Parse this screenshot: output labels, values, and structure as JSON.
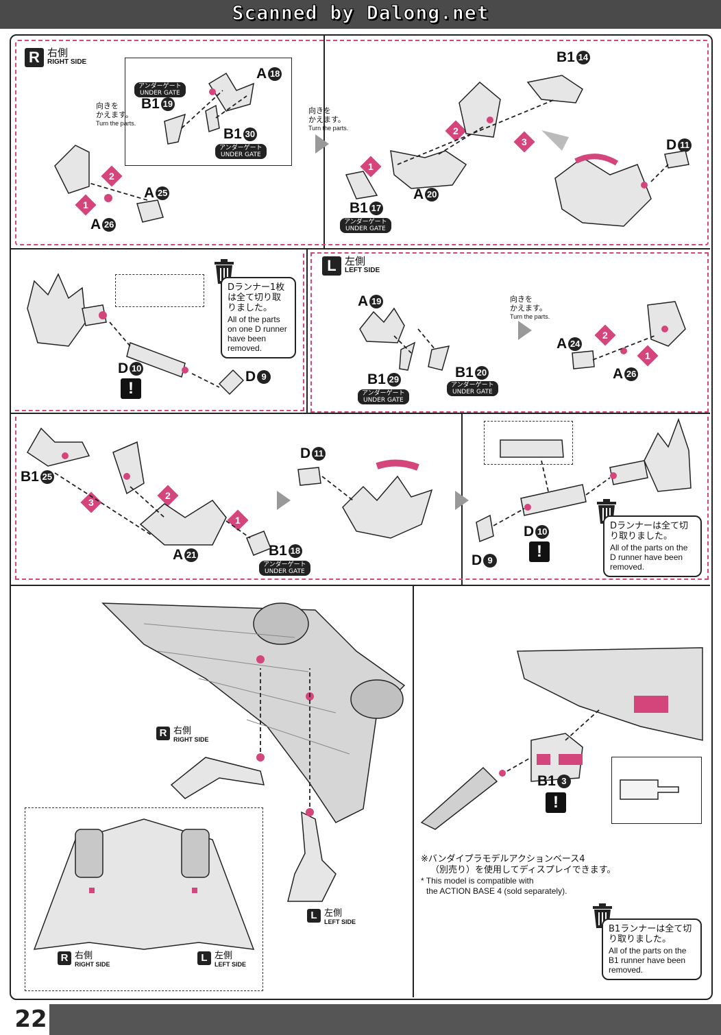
{
  "scan_header": "Scanned by Dalong.net",
  "page_number": "22",
  "accent_color": "#d4457c",
  "labels": {
    "right_jp": "右側",
    "right_en": "RIGHT SIDE",
    "left_jp": "左側",
    "left_en": "LEFT SIDE",
    "right_letter": "R",
    "left_letter": "L",
    "gate_jp": "アンダーゲート",
    "gate_en": "UNDER GATE",
    "turn_jp1": "向きを",
    "turn_jp2": "かえます。",
    "turn_en": "Turn the parts."
  },
  "parts": {
    "p1": {
      "letter": "B1",
      "num": "19"
    },
    "p2": {
      "letter": "A",
      "num": "18"
    },
    "p3": {
      "letter": "B1",
      "num": "30"
    },
    "p4": {
      "letter": "A",
      "num": "25"
    },
    "p5": {
      "letter": "A",
      "num": "26"
    },
    "p6": {
      "letter": "B1",
      "num": "14"
    },
    "p7": {
      "letter": "D",
      "num": "11"
    },
    "p8": {
      "letter": "A",
      "num": "20"
    },
    "p9": {
      "letter": "B1",
      "num": "17"
    },
    "p10": {
      "letter": "D",
      "num": "10"
    },
    "p11": {
      "letter": "D",
      "num": "9"
    },
    "p12": {
      "letter": "A",
      "num": "19"
    },
    "p13": {
      "letter": "B1",
      "num": "29"
    },
    "p14": {
      "letter": "B1",
      "num": "20"
    },
    "p15": {
      "letter": "A",
      "num": "24"
    },
    "p16": {
      "letter": "A",
      "num": "26"
    },
    "p17": {
      "letter": "B1",
      "num": "25"
    },
    "p18": {
      "letter": "A",
      "num": "21"
    },
    "p19": {
      "letter": "B1",
      "num": "18"
    },
    "p20": {
      "letter": "D",
      "num": "11"
    },
    "p21": {
      "letter": "D",
      "num": "10"
    },
    "p22": {
      "letter": "D",
      "num": "9"
    },
    "p23": {
      "letter": "B1",
      "num": "3"
    }
  },
  "steps": [
    "1",
    "2",
    "3"
  ],
  "runner_notes": {
    "d1_jp": "Dランナー1枚は全て切り取りました。",
    "d1_en": "All of the parts on one D runner have been removed.",
    "d2_jp": "Dランナーは全て切り取りました。",
    "d2_en": "All of the parts on the D runner have been removed.",
    "b1_jp": "B1ランナーは全て切り取りました。",
    "b1_en": "All of the parts on the B1 runner have been removed."
  },
  "compat": {
    "jp1": "※バンダイプラモデルアクションベース4",
    "jp2": "（別売り）を使用してディスプレイできます。",
    "en1": "* This model is compatible with",
    "en2": "the ACTION BASE 4 (sold separately)."
  },
  "exclaim": "!"
}
